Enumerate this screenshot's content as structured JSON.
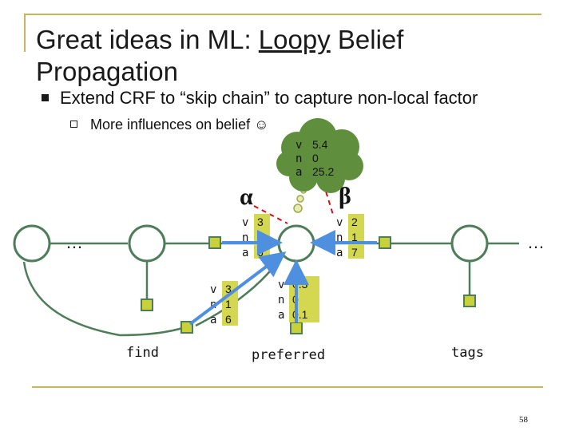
{
  "slide": {
    "title_prefix": "Great ideas in ML: ",
    "title_underlined": "Loopy",
    "title_suffix": " Belief Propagation",
    "bullet_1": "Extend CRF to “skip chain” to capture non-local factor",
    "bullet_2": "More influences on belief ",
    "smiley": "☺",
    "slide_number": "58"
  },
  "diagram": {
    "ellipsis_left": "…",
    "ellipsis_right": "…",
    "alpha": "α",
    "beta": "β",
    "words": {
      "find": "find",
      "preferred": "preferred",
      "tags": "tags"
    },
    "belief_cloud": {
      "labels": [
        "v",
        "n",
        "a"
      ],
      "values": [
        "5.4",
        "0",
        "25.2"
      ]
    },
    "message_alpha": {
      "labels": [
        "v",
        "n",
        "a"
      ],
      "values": [
        "3",
        "1",
        "6"
      ]
    },
    "message_beta": {
      "labels": [
        "v",
        "n",
        "a"
      ],
      "values": [
        "2",
        "1",
        "7"
      ]
    },
    "message_skip": {
      "labels": [
        "v",
        "n",
        "a"
      ],
      "values": [
        "3",
        "1",
        "6"
      ]
    },
    "message_unary": {
      "labels": [
        "v",
        "n",
        "a"
      ],
      "values": [
        "0.3",
        "0",
        "0.1"
      ]
    },
    "colors": {
      "node_fill": "#ffffff",
      "node_stroke": "#4f7d5a",
      "factor_fill": "#c9d13a",
      "factor_stroke": "#4f7d5a",
      "message_fill": "#d4d850",
      "cloud_fill": "#5f8f3d",
      "arrow": "#4f8fe0",
      "dashed": "#cc1111",
      "accent_line": "#c9b45a"
    }
  }
}
